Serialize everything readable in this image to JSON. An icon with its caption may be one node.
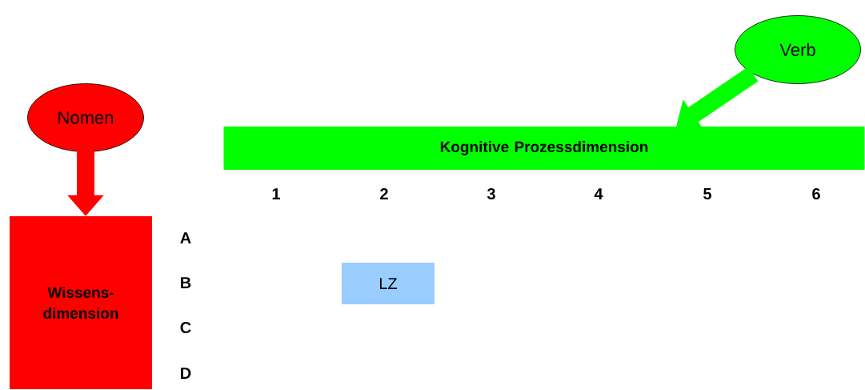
{
  "diagram": {
    "nodes": [
      {
        "text": [
          "Nomen"
        ]
      },
      {
        "text": [
          "Wissens- dimension"
        ]
      },
      {
        "text": [
          "Verb"
        ]
      },
      {
        "text": [
          "Kognitive Prozessdimension"
        ]
      },
      {
        "text": [
          "LZ"
        ]
      }
    ],
    "edges": [
      {
        "from": 0,
        "to": 1,
        "arrow": "to",
        "color": "#ff0000"
      },
      {
        "from": 2,
        "to": 3,
        "arrow": "to",
        "color": "#00ff00"
      }
    ],
    "labels": [
      "1",
      "2",
      "3",
      "4",
      "5",
      "6",
      "A",
      "B",
      "C",
      "D"
    ]
  }
}
